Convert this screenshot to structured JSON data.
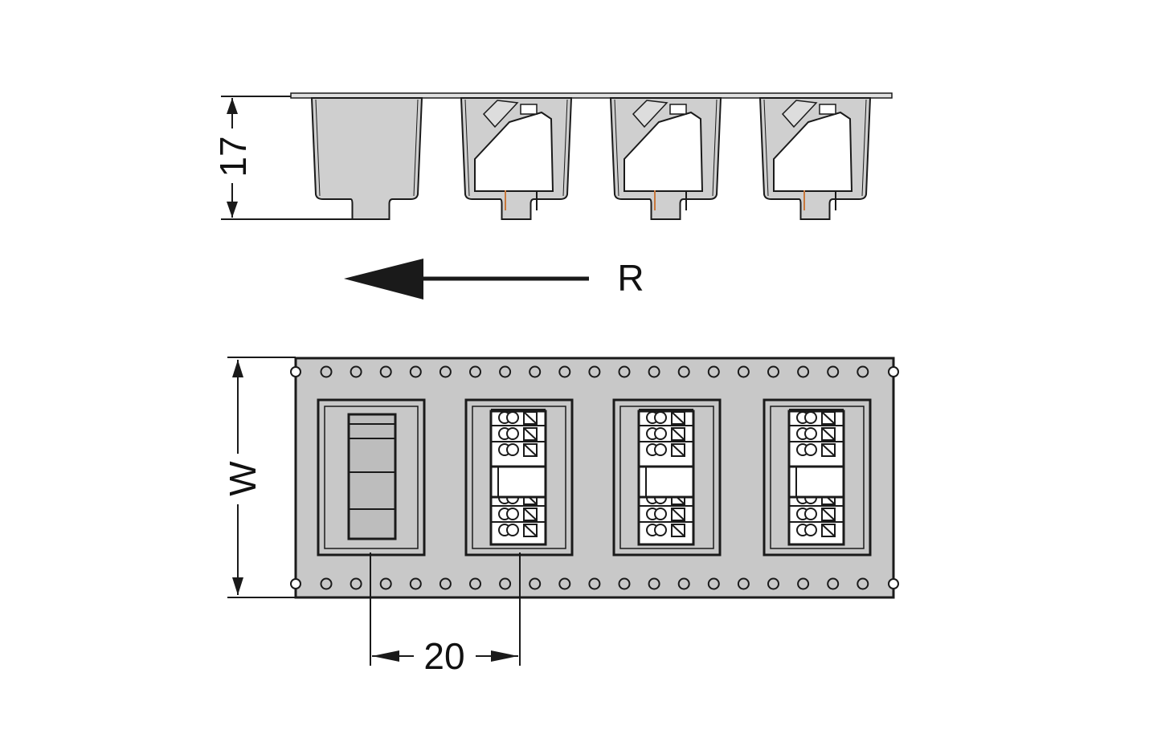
{
  "labels": {
    "height_dim": "17",
    "direction": "R",
    "width_dim": "W",
    "pitch_dim": "20"
  },
  "colors": {
    "tape": "#c8c8c8",
    "line": "#1a1a1a",
    "pocket_fill": "#cfcfcf",
    "part": "#ffffff",
    "pin": "#c8783c"
  },
  "tape": {
    "pockets": [
      "empty",
      "terminal-block",
      "terminal-block",
      "terminal-block"
    ],
    "sprocket_holes_per_row": 19
  }
}
